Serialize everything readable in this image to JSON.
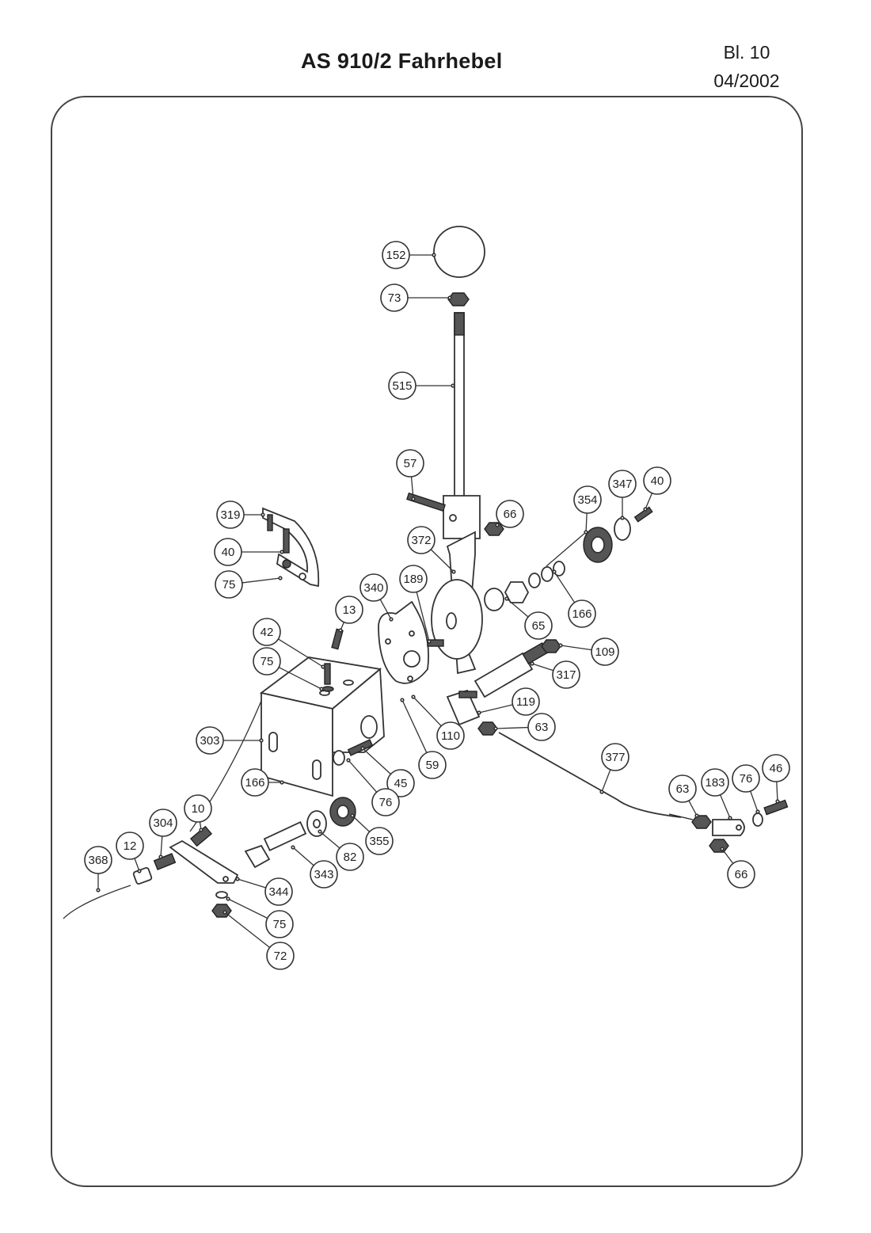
{
  "header": {
    "title": "AS 910/2 Fahrhebel",
    "sheet": "Bl. 10",
    "date": "04/2002"
  },
  "callouts": [
    {
      "label": "152"
    },
    {
      "label": "73"
    },
    {
      "label": "515"
    },
    {
      "label": "57"
    },
    {
      "label": "66"
    },
    {
      "label": "354"
    },
    {
      "label": "347"
    },
    {
      "label": "40"
    },
    {
      "label": "319"
    },
    {
      "label": "40"
    },
    {
      "label": "75"
    },
    {
      "label": "372"
    },
    {
      "label": "340"
    },
    {
      "label": "189"
    },
    {
      "label": "13"
    },
    {
      "label": "42"
    },
    {
      "label": "75"
    },
    {
      "label": "65"
    },
    {
      "label": "166"
    },
    {
      "label": "109"
    },
    {
      "label": "317"
    },
    {
      "label": "119"
    },
    {
      "label": "63"
    },
    {
      "label": "110"
    },
    {
      "label": "59"
    },
    {
      "label": "303"
    },
    {
      "label": "45"
    },
    {
      "label": "76"
    },
    {
      "label": "166"
    },
    {
      "label": "377"
    },
    {
      "label": "63"
    },
    {
      "label": "183"
    },
    {
      "label": "76"
    },
    {
      "label": "46"
    },
    {
      "label": "10"
    },
    {
      "label": "304"
    },
    {
      "label": "12"
    },
    {
      "label": "368"
    },
    {
      "label": "355"
    },
    {
      "label": "82"
    },
    {
      "label": "343"
    },
    {
      "label": "344"
    },
    {
      "label": "75"
    },
    {
      "label": "72"
    },
    {
      "label": "66"
    }
  ]
}
